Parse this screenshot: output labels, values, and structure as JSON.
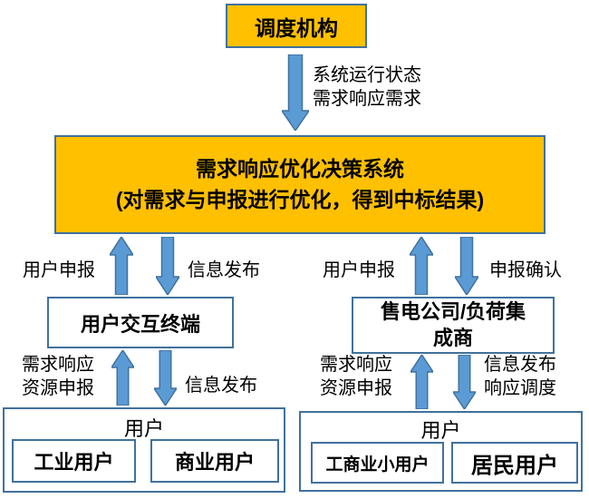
{
  "colors": {
    "node_fill_gold": "#FFC000",
    "node_border_blue": "#41719C",
    "arrow_fill": "#5B9BD5",
    "arrow_stroke": "#41719C",
    "text": "#000000"
  },
  "nodes": {
    "dispatch": "调度机构",
    "drs_line1": "需求响应优化决策系统",
    "drs_line2": "(对需求与申报进行优化，得到中标结果)",
    "terminal": "用户交互终端",
    "retailer": "售电公司/负荷集成商",
    "users_left_title": "用户",
    "industrial": "工业用户",
    "commercial": "商业用户",
    "users_right_title": "用户",
    "small_biz": "工商业小用户",
    "resident": "居民用户"
  },
  "labels": {
    "system_status": "系统运行状态\n需求响应需求",
    "user_declare_left": "用户申报",
    "info_publish_left": "信息发布",
    "user_declare_right": "用户申报",
    "declare_confirm": "申报确认",
    "dr_resource_left": "需求响应\n资源申报",
    "info_publish_lower_left": "信息发布",
    "dr_resource_right": "需求响应\n资源申报",
    "info_publish_dispatch": "信息发布\n响应调度"
  }
}
